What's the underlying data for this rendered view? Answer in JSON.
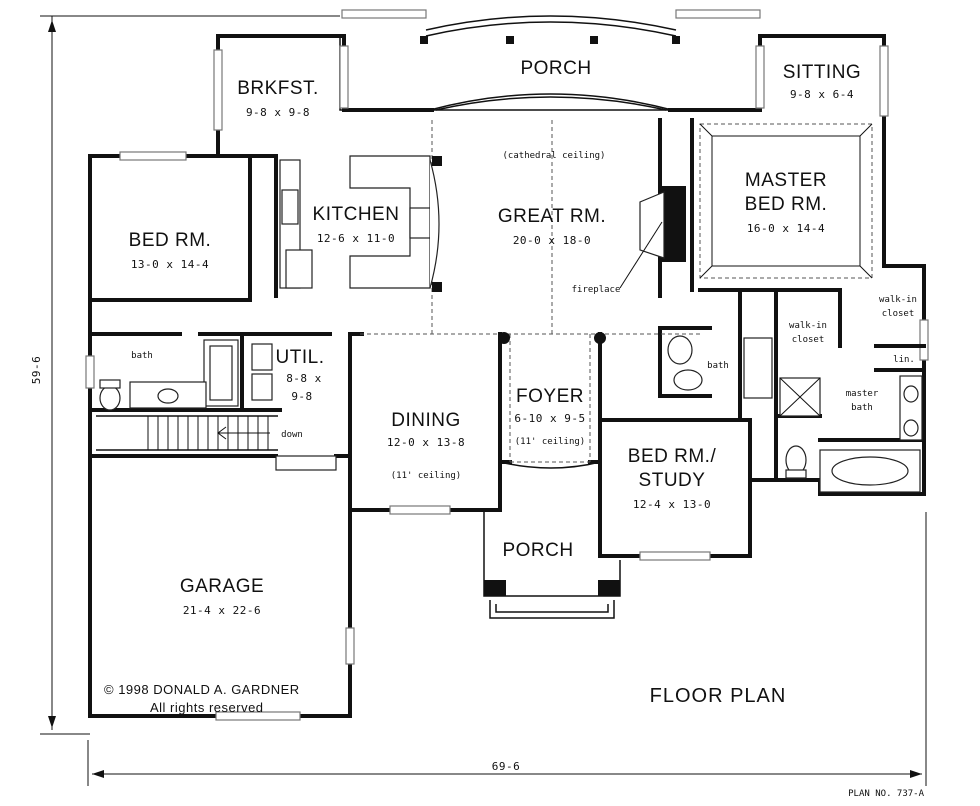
{
  "rooms": {
    "porch_rear": {
      "name": "PORCH"
    },
    "breakfast": {
      "name": "BRKFST.",
      "size": "9-8 x 9-8"
    },
    "sitting": {
      "name": "SITTING",
      "size": "9-8 x 6-4"
    },
    "master_bed": {
      "name1": "MASTER",
      "name2": "BED RM.",
      "size": "16-0 x 14-4"
    },
    "bed_left": {
      "name": "BED RM.",
      "size": "13-0 x 14-4"
    },
    "kitchen": {
      "name": "KITCHEN",
      "size": "12-6 x 11-0"
    },
    "great": {
      "name": "GREAT RM.",
      "size": "20-0 x 18-0",
      "note": "(cathedral ceiling)"
    },
    "util": {
      "name": "UTIL.",
      "size1": "8-8 x",
      "size2": "9-8"
    },
    "dining": {
      "name": "DINING",
      "size": "12-0 x 13-8",
      "note": "(11' ceiling)"
    },
    "foyer": {
      "name": "FOYER",
      "size": "6-10 x 9-5",
      "note": "(11' ceiling)"
    },
    "bed_study": {
      "name1": "BED RM./",
      "name2": "STUDY",
      "size": "12-4 x 13-0"
    },
    "porch_front": {
      "name": "PORCH"
    },
    "garage": {
      "name": "GARAGE",
      "size": "21-4 x 22-6"
    }
  },
  "annotations": {
    "fireplace": "fireplace",
    "bath_left": "bath",
    "bath_mid": "bath",
    "walk_in_closet1": "walk-in",
    "walk_in_closet2": "closet",
    "walk_in_right1": "walk-in",
    "walk_in_right2": "closet",
    "master_bath1": "master",
    "master_bath2": "bath",
    "lin": "lin.",
    "down": "down"
  },
  "copyright": {
    "line1": "© 1998 DONALD A. GARDNER",
    "line2": "All rights reserved"
  },
  "plan_title": "FLOOR PLAN",
  "plan_number": "PLAN NO. 737-A",
  "dimensions": {
    "depth": "59-6",
    "width": "69-6"
  }
}
